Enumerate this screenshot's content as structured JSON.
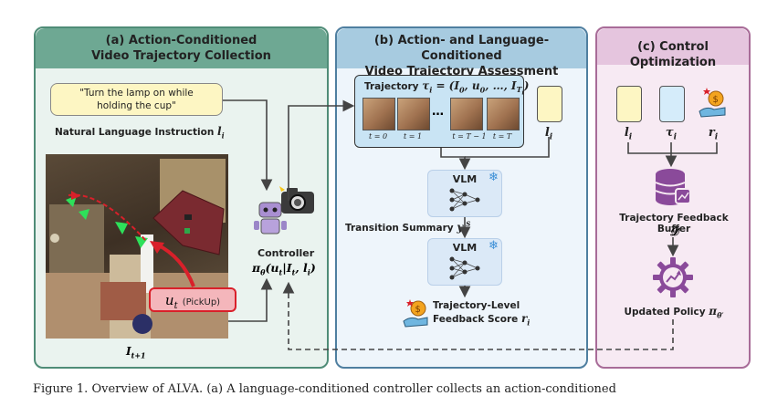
{
  "panel_a": {
    "title_line1": "(a) Action-Conditioned",
    "title_line2": "Video Trajectory Collection",
    "instruction_line1": "\"Turn the lamp on while",
    "instruction_line2": "holding the cup\"",
    "instruction_caption": "Natural Language Instruction",
    "instruction_symbol": "l",
    "instruction_sub": "i",
    "controller_label": "Controller",
    "controller_formula": "π",
    "controller_formula_rest": "(u",
    "controller_formula_rest2": "|I",
    "controller_formula_rest3": ", l",
    "controller_formula_end": ")",
    "action_symbol": "u",
    "action_sub": "t",
    "action_text": "(PickUp)",
    "frame_label": "I",
    "frame_sub": "t+1"
  },
  "panel_b": {
    "title_line1": "(b) Action- and Language-Conditioned",
    "title_line2": "Video Trajectory Assessment",
    "trajectory_prefix": "Trajectory",
    "trajectory_formula": "τ",
    "trajectory_rest": " = (I",
    "frames": [
      "t = 0",
      "t = 1",
      "…",
      "t = T − 1",
      "t = T"
    ],
    "vlm_label": "VLM",
    "transition_summary": "Transition Summary",
    "transition_symbol": "y",
    "feedback_line1": "Trajectory-Level",
    "feedback_line2": "Feedback Score",
    "feedback_symbol": "r",
    "instruction_card": "l"
  },
  "panel_c": {
    "title": "(c) Control Optimization",
    "cards": [
      "l",
      "τ",
      "r"
    ],
    "buffer_label": "Trajectory Feedback Buffer",
    "buffer_symbol": "𝒟",
    "policy_label": "Updated Policy",
    "policy_symbol": "π"
  },
  "caption_fragment": "Figure 1. Overview of ALVA. (a) A language-conditioned controller collects an action-conditioned",
  "colors": {
    "panel_a_fill": "#eaf3ef",
    "panel_a_head": "#6ea893",
    "panel_a_border": "#4f8c77",
    "panel_b_fill": "#eef5fb",
    "panel_b_head": "#a7cbe0",
    "panel_b_border": "#4f7fa0",
    "panel_c_fill": "#f7eaf3",
    "panel_c_head": "#e5c5de",
    "panel_c_border": "#a86c98",
    "vlm_fill": "#dbe9f7",
    "yellow_card": "#fdf6c3",
    "blue_card": "#d5ecfa",
    "purple_icon": "#8a4a9a"
  },
  "icons": [
    "robot-icon",
    "camera-icon",
    "neural-net-icon",
    "snowflake-icon",
    "reward-hand-icon",
    "database-icon",
    "gear-policy-icon"
  ]
}
